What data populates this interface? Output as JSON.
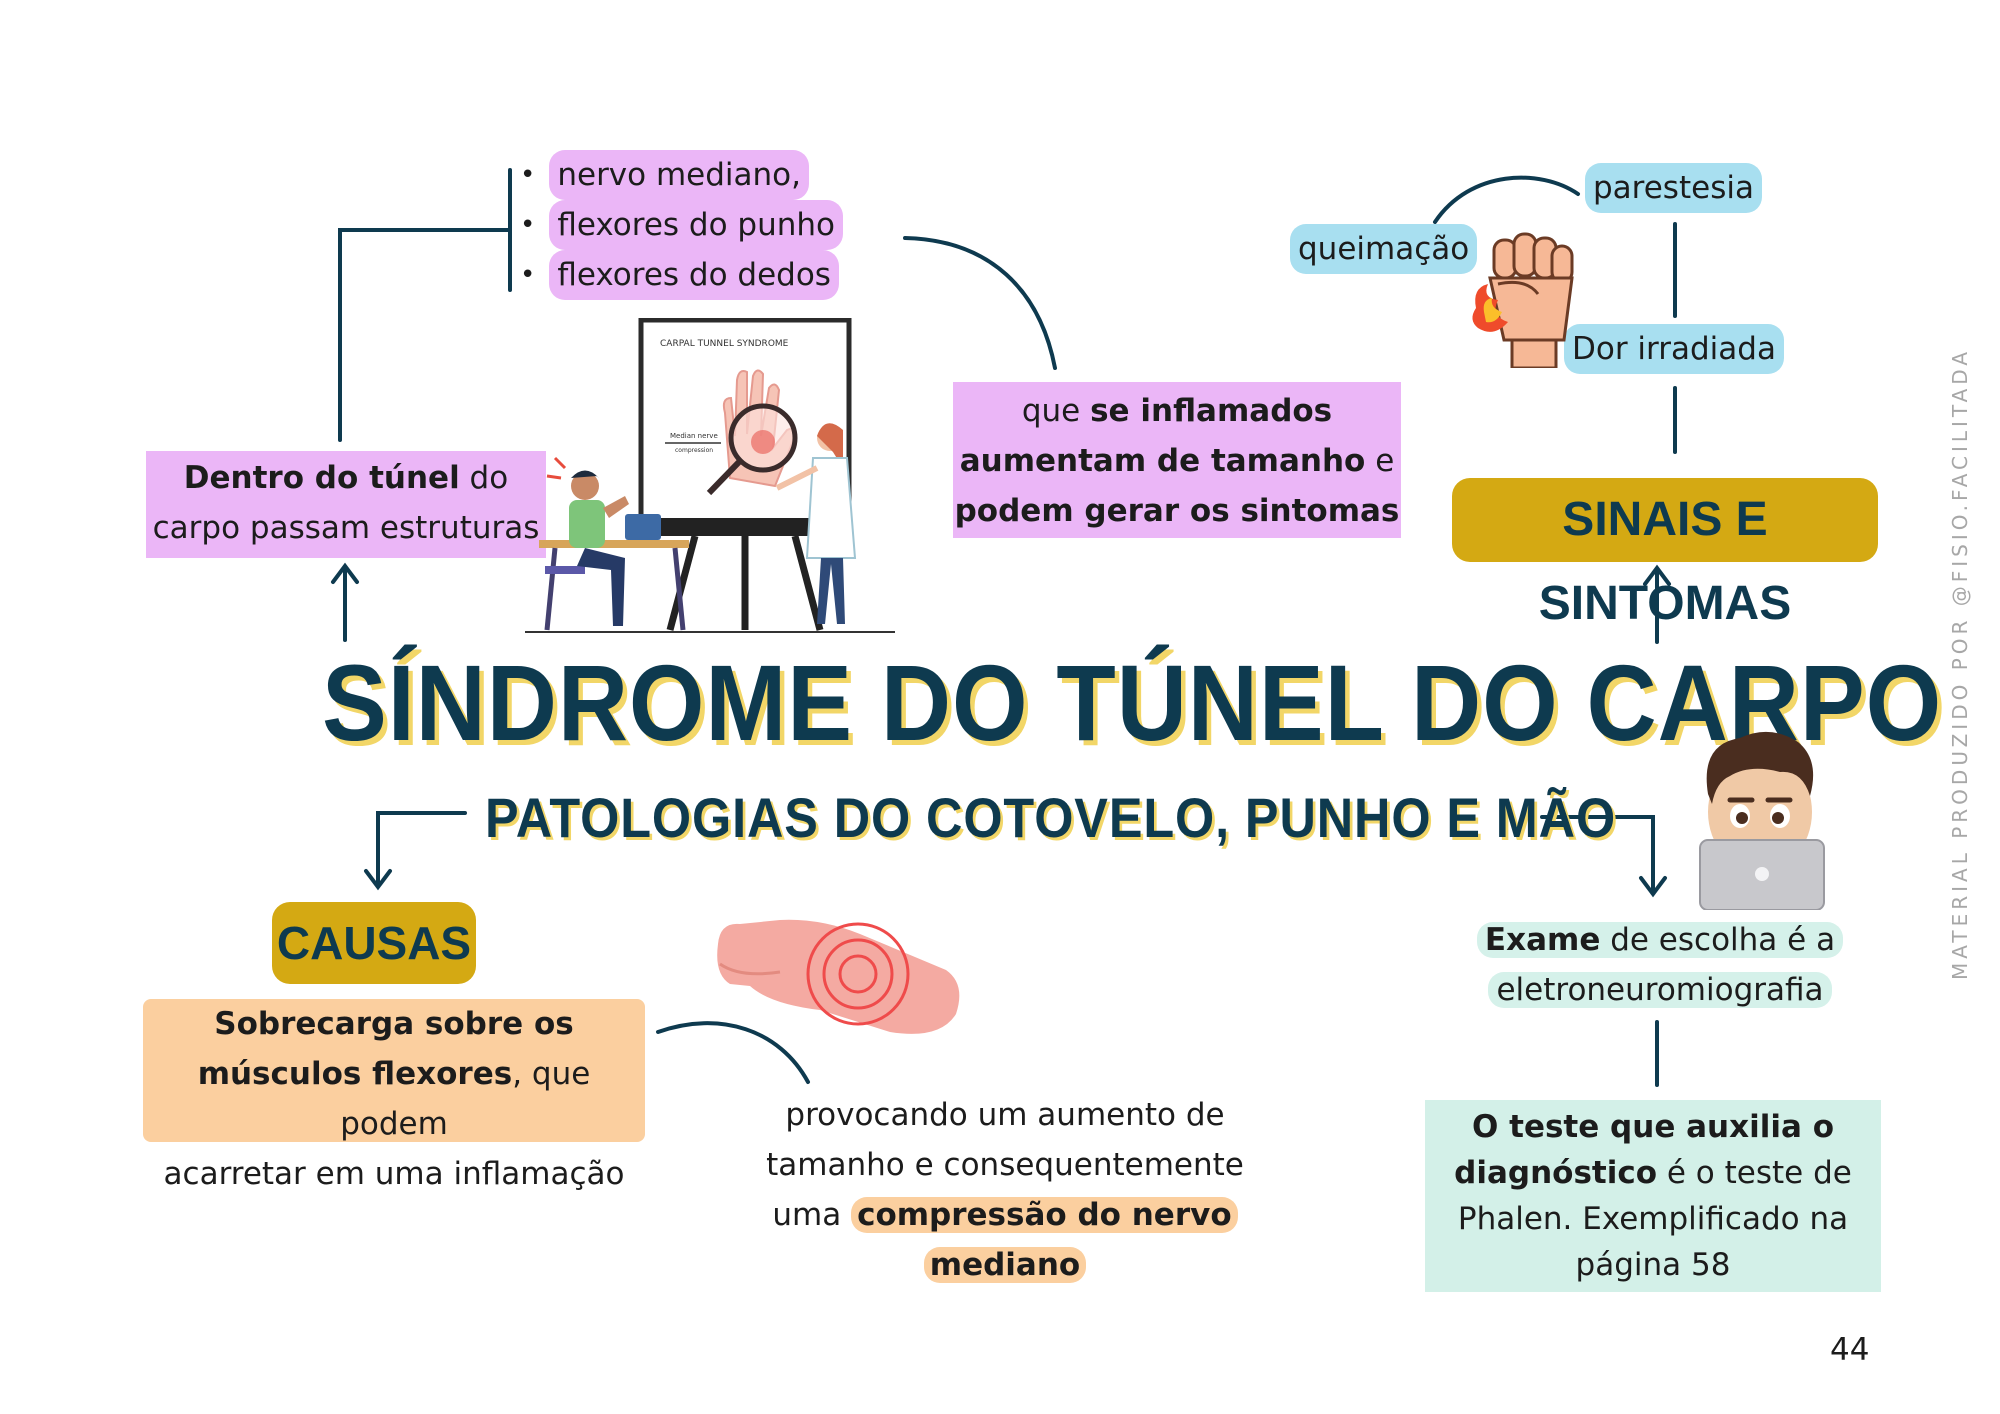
{
  "title": "SÍNDROME DO TÚNEL DO CARPO",
  "subtitle": "PATOLOGIAS DO COTOVELO, PUNHO E MÃO",
  "page_number": "44",
  "watermark": "MATERIAL PRODUZIDO POR @FISIO.FACILITADA",
  "structures": {
    "intro_bold": "Dentro do túnel",
    "intro_rest1": " do",
    "intro_line2": "carpo passam estruturas",
    "items": [
      "nervo mediano,",
      "flexores do punho",
      "flexores do dedos"
    ],
    "note_1": "que ",
    "note_1b": "se inflamados",
    "note_2b": "aumentam de tamanho",
    "note_2": " e",
    "note_3b": "podem gerar os sintomas"
  },
  "illustration": {
    "poster_title": "CARPAL TUNNEL SYNDROME",
    "poster_label_1": "Median nerve",
    "poster_label_2": "compression"
  },
  "signs": {
    "badge": "SINAIS E SINTOMAS",
    "items": [
      "parestesia",
      "queimação",
      "Dor irradiada"
    ]
  },
  "causes": {
    "badge": "CAUSAS",
    "text_b1": "Sobrecarga sobre os",
    "text_b2": "músculos flexores",
    "text_2": ", que podem",
    "text_3": "acarretar em uma inflamação",
    "cons_1": "provocando um aumento de",
    "cons_2": "tamanho e consequentemente",
    "cons_3": "uma ",
    "cons_3b": "compressão do nervo",
    "cons_4b": "mediano"
  },
  "diagnosis": {
    "exam_b": "Exame",
    "exam_1": " de escolha é a",
    "exam_2": "eletroneuromiografia",
    "test_b1": "O teste que auxilia o",
    "test_b2": "diagnóstico",
    "test_2": " é o teste de",
    "test_3": "Phalen. Exemplificado na",
    "test_4": "página 58"
  },
  "colors": {
    "title": "#0e3a4f",
    "title_shadow": "#f2d667",
    "badge": "#d4a913",
    "pink": "#ebb6f7",
    "blue": "#a8dff0",
    "peach": "#fbcf9f",
    "mint": "#d3f0e8",
    "line": "#0e3a4f"
  },
  "icons": [
    "fist-fire-icon",
    "doctor-patient-illustration",
    "painful-wrist-icon",
    "memoji-laptop-icon"
  ]
}
